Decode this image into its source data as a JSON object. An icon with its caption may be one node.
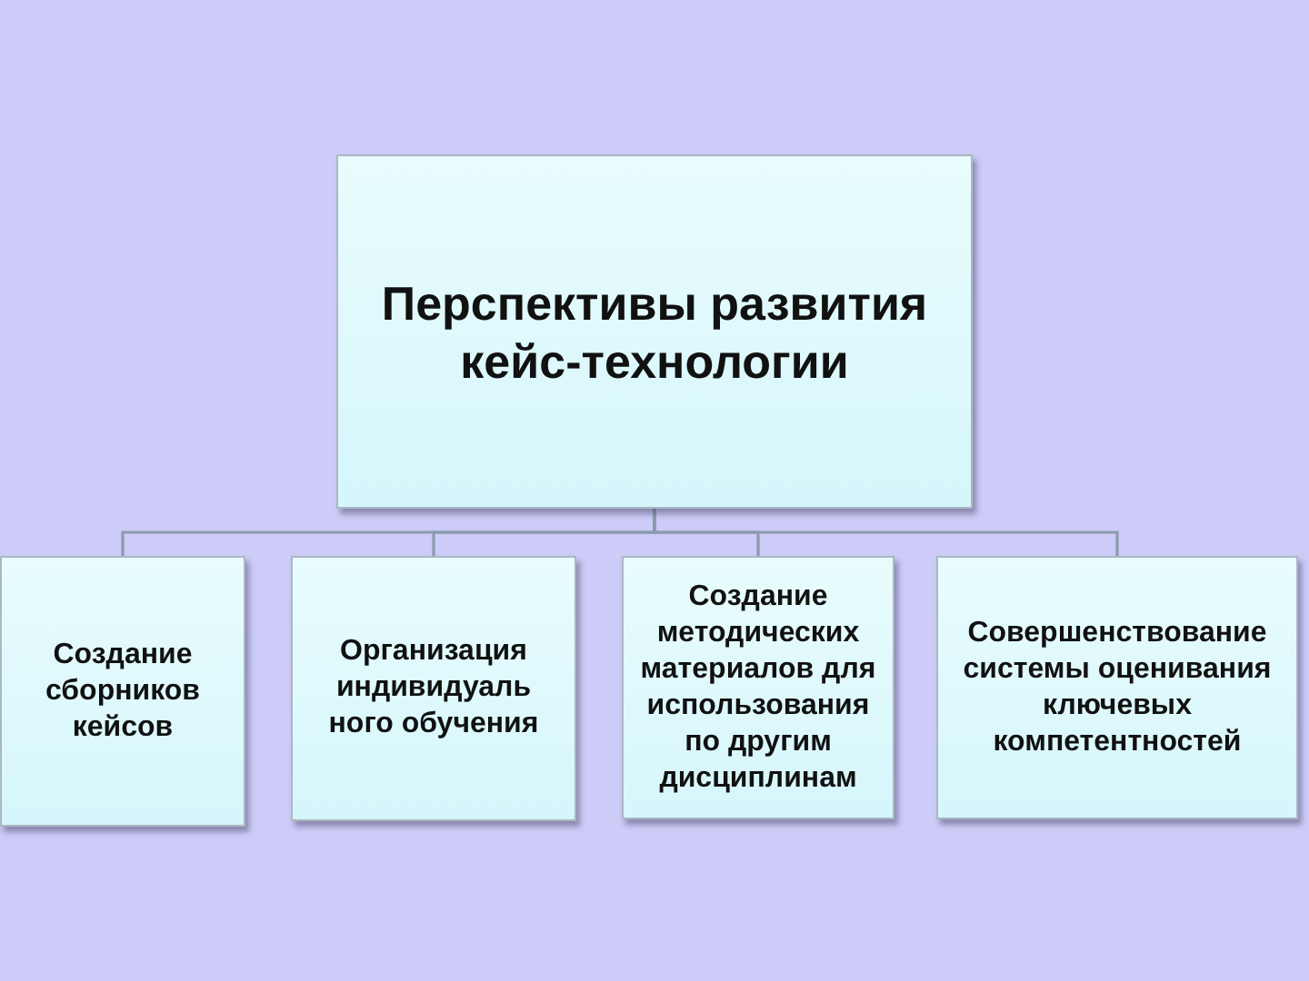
{
  "diagram": {
    "nodes": [
      {
        "text": [
          "Перспективы развития кейс-технологии"
        ]
      },
      {
        "text": [
          "Создание сборников кейсов"
        ]
      },
      {
        "text": [
          "Организация индивидуаль ного обучения"
        ]
      },
      {
        "text": [
          "Создание методических материалов для использования по другим дисциплинам"
        ]
      },
      {
        "text": [
          "Совершенствование системы оценивания ключевых компетентностей"
        ]
      }
    ],
    "edges": [
      {
        "from": 0,
        "to": 1,
        "arrow": "none"
      },
      {
        "from": 0,
        "to": 2,
        "arrow": "none"
      },
      {
        "from": 0,
        "to": 3,
        "arrow": "none"
      },
      {
        "from": 0,
        "to": 4,
        "arrow": "none"
      }
    ]
  }
}
